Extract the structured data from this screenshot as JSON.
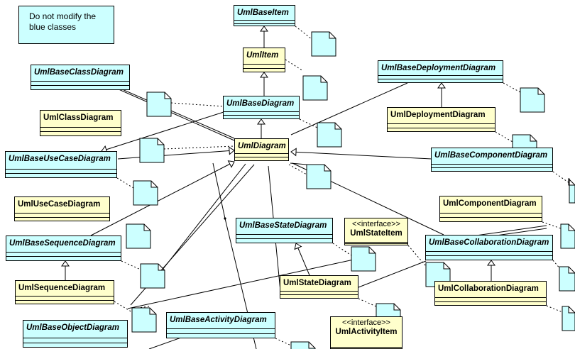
{
  "note": {
    "text": "Do not modify the\nblue classes"
  },
  "classes": [
    {
      "id": "UmlBaseItem",
      "label": "UmlBaseItem",
      "kind": "base"
    },
    {
      "id": "UmlItem",
      "label": "UmlItem",
      "kind": "user-italic"
    },
    {
      "id": "UmlBaseClassDiagram",
      "label": "UmlBaseClassDiagram",
      "kind": "base"
    },
    {
      "id": "UmlBaseDiagram",
      "label": "UmlBaseDiagram",
      "kind": "base"
    },
    {
      "id": "UmlBaseDeploymentDiagram",
      "label": "UmlBaseDeploymentDiagram",
      "kind": "base"
    },
    {
      "id": "UmlClassDiagram",
      "label": "UmlClassDiagram",
      "kind": "user"
    },
    {
      "id": "UmlDeploymentDiagram",
      "label": "UmlDeploymentDiagram",
      "kind": "user"
    },
    {
      "id": "UmlDiagram",
      "label": "UmlDiagram",
      "kind": "user-italic"
    },
    {
      "id": "UmlBaseUseCaseDiagram",
      "label": "UmlBaseUseCaseDiagram",
      "kind": "base"
    },
    {
      "id": "UmlBaseComponentDiagram",
      "label": "UmlBaseComponentDiagram",
      "kind": "base"
    },
    {
      "id": "UmlUseCaseDiagram",
      "label": "UmlUseCaseDiagram",
      "kind": "user"
    },
    {
      "id": "UmlComponentDiagram",
      "label": "UmlComponentDiagram",
      "kind": "user"
    },
    {
      "id": "UmlBaseStateDiagram",
      "label": "UmlBaseStateDiagram",
      "kind": "base"
    },
    {
      "id": "UmlStateItem",
      "label": "UmlStateItem",
      "stereotype": "<<interface>>",
      "kind": "interface"
    },
    {
      "id": "UmlBaseSequenceDiagram",
      "label": "UmlBaseSequenceDiagram",
      "kind": "base"
    },
    {
      "id": "UmlBaseCollaborationDiagram",
      "label": "UmlBaseCollaborationDiagram",
      "kind": "base"
    },
    {
      "id": "UmlStateDiagram",
      "label": "UmlStateDiagram",
      "kind": "user"
    },
    {
      "id": "UmlSequenceDiagram",
      "label": "UmlSequenceDiagram",
      "kind": "user"
    },
    {
      "id": "UmlCollaborationDiagram",
      "label": "UmlCollaborationDiagram",
      "kind": "user"
    },
    {
      "id": "UmlBaseObjectDiagram",
      "label": "UmlBaseObjectDiagram",
      "kind": "base"
    },
    {
      "id": "UmlBaseActivityDiagram",
      "label": "UmlBaseActivityDiagram",
      "kind": "base"
    },
    {
      "id": "UmlActivityItem",
      "label": "UmlActivityItem",
      "stereotype": "<<interface>>",
      "kind": "interface"
    }
  ],
  "colors": {
    "base_class": "#ccffff",
    "user_class": "#ffffcc",
    "note": "#ccffff",
    "line": "#000000"
  }
}
